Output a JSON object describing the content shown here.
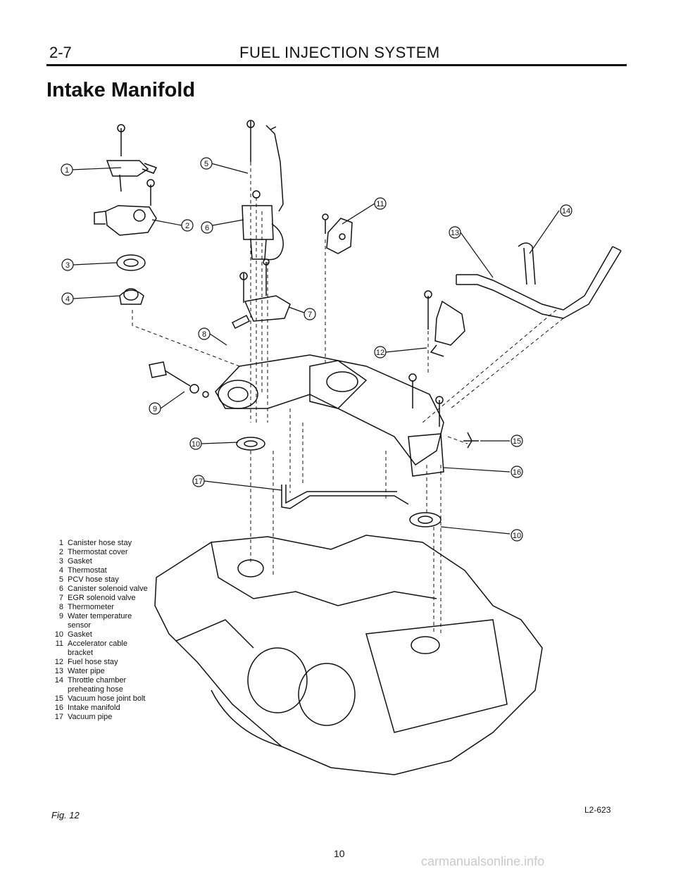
{
  "header": {
    "section": "2-7",
    "title": "FUEL INJECTION SYSTEM"
  },
  "page_title": "Intake Manifold",
  "callouts": [
    "1",
    "5",
    "2",
    "6",
    "11",
    "14",
    "13",
    "3",
    "4",
    "7",
    "8",
    "12",
    "9",
    "10",
    "15",
    "16",
    "17",
    "10"
  ],
  "legend": [
    {
      "num": "1",
      "label": "Canister hose stay"
    },
    {
      "num": "2",
      "label": "Thermostat cover"
    },
    {
      "num": "3",
      "label": "Gasket"
    },
    {
      "num": "4",
      "label": "Thermostat"
    },
    {
      "num": "5",
      "label": "PCV hose stay"
    },
    {
      "num": "6",
      "label": "Canister solenoid valve"
    },
    {
      "num": "7",
      "label": "EGR solenoid valve"
    },
    {
      "num": "8",
      "label": "Thermometer"
    },
    {
      "num": "9",
      "label": "Water temperature sensor"
    },
    {
      "num": "10",
      "label": "Gasket"
    },
    {
      "num": "11",
      "label": "Accelerator cable bracket"
    },
    {
      "num": "12",
      "label": "Fuel hose stay"
    },
    {
      "num": "13",
      "label": "Water pipe"
    },
    {
      "num": "14",
      "label": "Throttle chamber preheating hose"
    },
    {
      "num": "15",
      "label": "Vacuum hose joint bolt"
    },
    {
      "num": "16",
      "label": "Intake manifold"
    },
    {
      "num": "17",
      "label": "Vacuum pipe"
    }
  ],
  "figure_caption": "Fig. 12",
  "figure_code": "L2-623",
  "page_number": "10",
  "watermark": "carmanualsonline.info"
}
